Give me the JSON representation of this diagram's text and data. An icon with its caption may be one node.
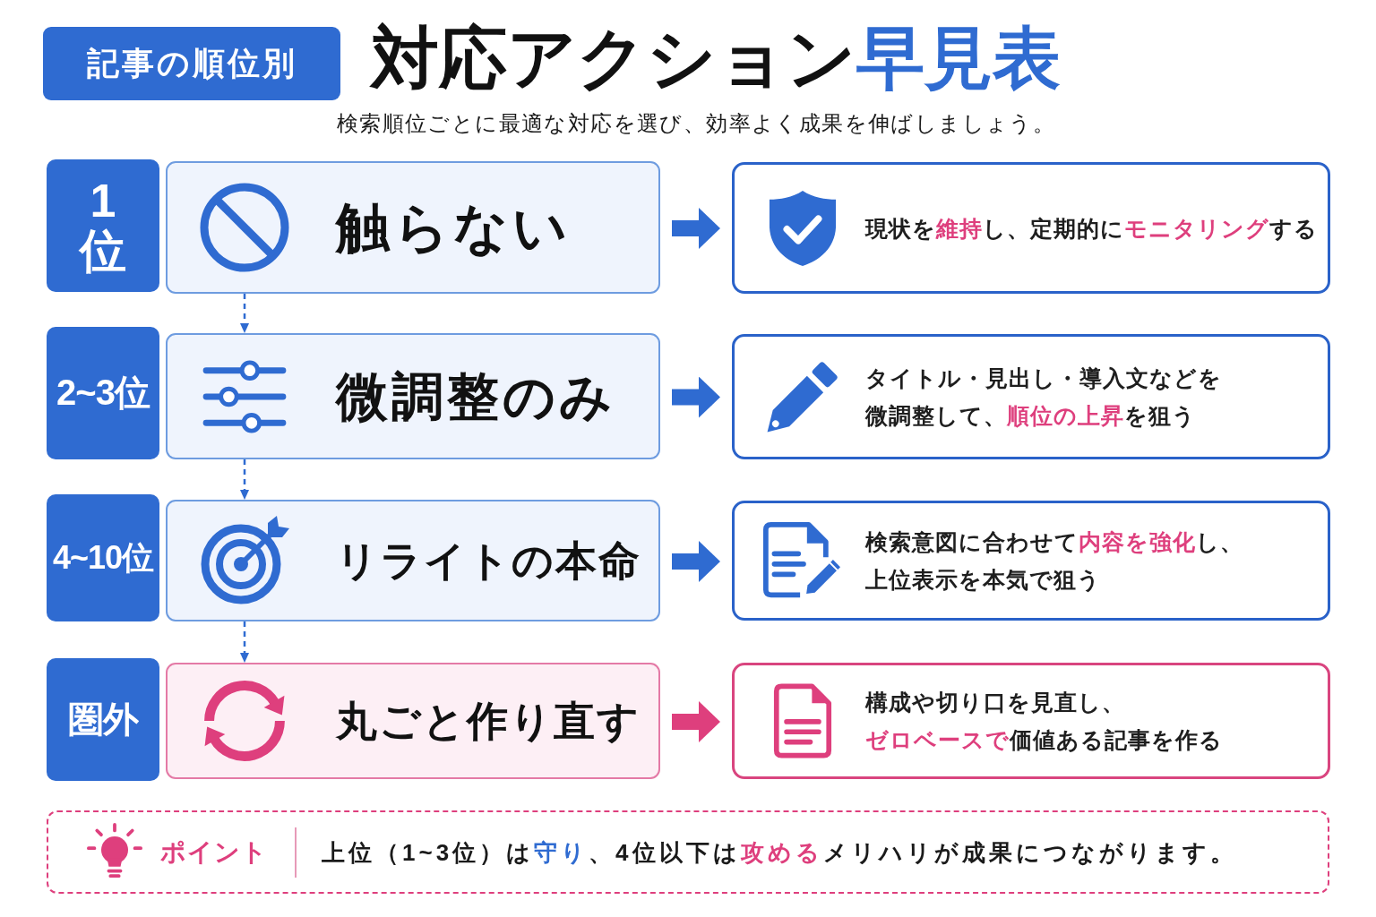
{
  "diagram": {
    "title": "対応アクション**早見表**",
    "nodes": [
      {
        "text": [
          "記事の順位別"
        ]
      },
      {
        "text": [
          "1位"
        ]
      },
      {
        "text": [
          "触らない"
        ]
      },
      {
        "text": [
          "現状を**維持**し、定期的に**モニタリング**する"
        ]
      },
      {
        "text": [
          "2~3位"
        ]
      },
      {
        "text": [
          "微調整のみ"
        ]
      },
      {
        "text": [
          "タイトル・見出し・導入文などを微調整して、**順位の上昇**を狙う"
        ]
      },
      {
        "text": [
          "4~10位"
        ]
      },
      {
        "text": [
          "リライトの本命"
        ]
      },
      {
        "text": [
          "検索意図に合わせて**内容を強化**し、上位表示を本気で狙う"
        ]
      },
      {
        "text": [
          "圏外"
        ]
      },
      {
        "text": [
          "丸ごと作り直す"
        ]
      },
      {
        "text": [
          "構成や切り口を見直し、**ゼロベースで**価値ある記事を作る"
        ]
      },
      {
        "text": [
          "ポイント",
          "上位（1~3位）は**守り**、4位以下は**攻める**メリハリが成果につながります。"
        ]
      }
    ],
    "edges": [
      {
        "from": 2,
        "to": 3,
        "arrow": "to"
      },
      {
        "from": 5,
        "to": 6,
        "arrow": "to"
      },
      {
        "from": 8,
        "to": 9,
        "arrow": "to"
      },
      {
        "from": 11,
        "to": 12,
        "arrow": "to",
        "color": "#de3f7d"
      },
      {
        "from": 2,
        "to": 5,
        "arrow": "to",
        "style": "dashed"
      },
      {
        "from": 5,
        "to": 8,
        "arrow": "to",
        "style": "dashed"
      },
      {
        "from": 8,
        "to": 11,
        "arrow": "to",
        "style": "dashed"
      }
    ],
    "labels": [
      "検索順位ごとに最適な対応を選び、効率よく成果を伸ばしましょう。"
    ]
  }
}
